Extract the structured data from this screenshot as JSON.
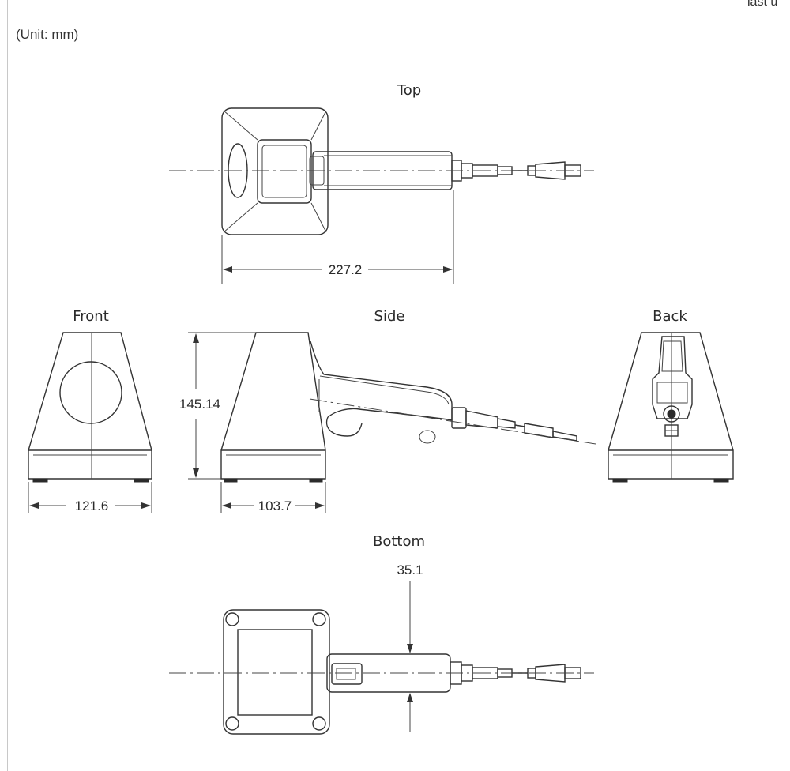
{
  "header": {
    "unit_note": "(Unit: mm)",
    "corner_text": "last u"
  },
  "views": {
    "top": "Top",
    "front": "Front",
    "side": "Side",
    "back": "Back",
    "bottom": "Bottom"
  },
  "dimensions": {
    "top_length": "227.2",
    "side_height": "145.14",
    "front_width": "121.6",
    "side_base_depth": "103.7",
    "bottom_offset": "35.1"
  }
}
